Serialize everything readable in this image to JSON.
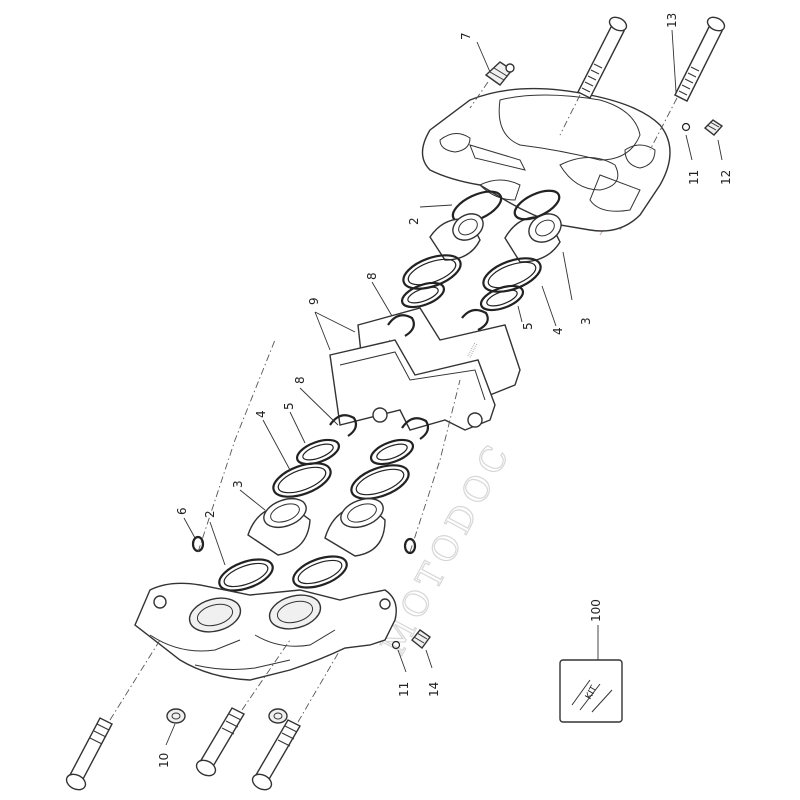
{
  "callouts": {
    "c1": "7",
    "c2": "13",
    "c3": "11",
    "c4": "12",
    "c5": "2",
    "c6": "3",
    "c7": "4",
    "c8": "5",
    "c9": "8",
    "c10": "9",
    "c11": "8",
    "c12": "4",
    "c13": "5",
    "c14": "3",
    "c15": "2",
    "c16": "6",
    "c17": "100",
    "c18": "11",
    "c19": "14",
    "c20": "10"
  },
  "kit_label": "KIT",
  "watermark": "MOTODOC"
}
